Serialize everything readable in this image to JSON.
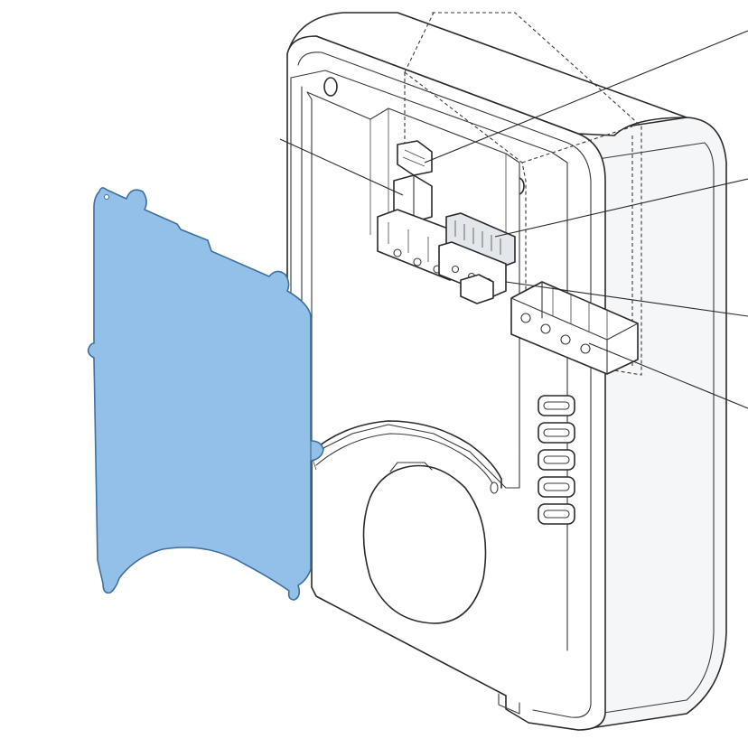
{
  "figure": {
    "panel_color": "#92c0e8",
    "panel_stroke": "#3f6f9e",
    "line_color": "#2a2a2a",
    "background": "#ffffff"
  },
  "callouts": [
    {
      "name": "leader-top"
    },
    {
      "name": "leader-upper-right"
    },
    {
      "name": "leader-connector-right"
    },
    {
      "name": "leader-terminal-right"
    },
    {
      "name": "leader-left-module"
    }
  ]
}
